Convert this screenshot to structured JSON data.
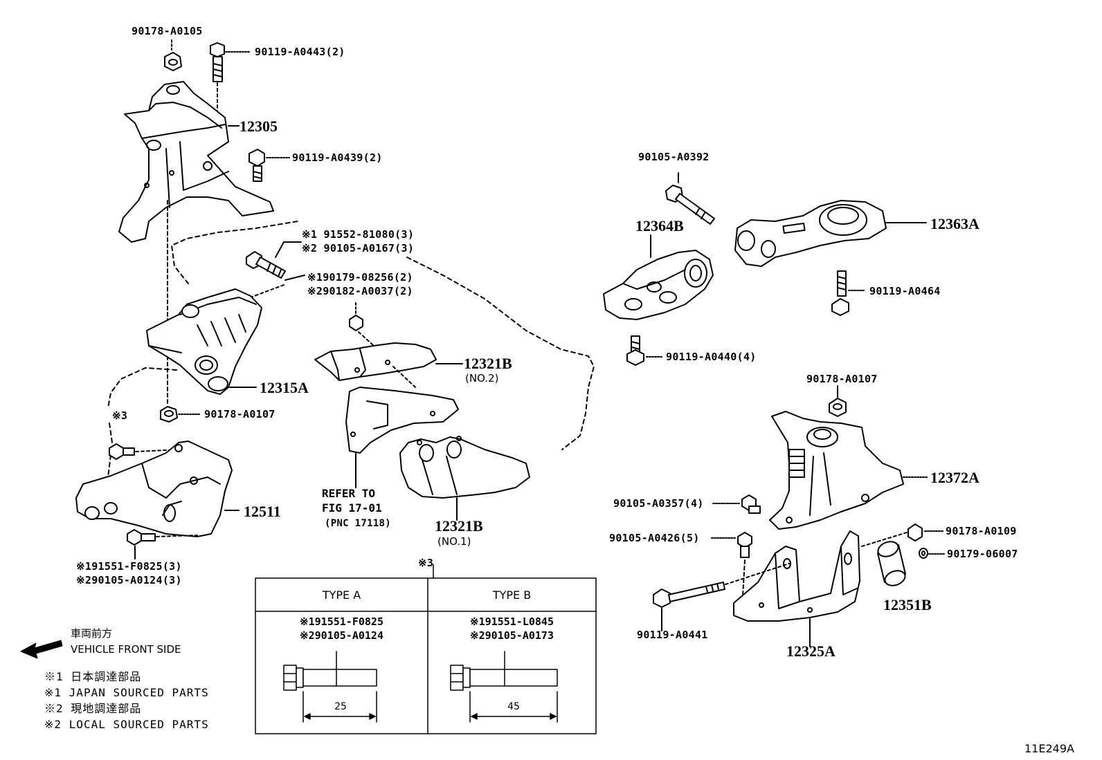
{
  "parts": {
    "p_90178_A0105": "90178-A0105",
    "p_90119_A0443": "90119-A0443(2)",
    "p_12305": "12305",
    "p_90119_A0439": "90119-A0439(2)",
    "note1_line1": "※1 91552-81080(3)",
    "note1_line2": "※2 90105-A0167(3)",
    "note2_line1": "※190179-08256(2)",
    "note2_line2": "※290182-A0037(2)",
    "p_12315A": "12315A",
    "p_90178_A0107_left": "90178-A0107",
    "p_12321B_no2": "12321B",
    "no2": "(NO.2)",
    "ref_line1": "REFER TO",
    "ref_line2": "FIG 17-01",
    "ref_line3": "(PNC 17118)",
    "p_12321B_no1": "12321B",
    "no1": "(NO.1)",
    "mark3_left": "※3",
    "p_12511": "12511",
    "bolt_note_line1": "※191551-F0825(3)",
    "bolt_note_line2": "※290105-A0124(3)",
    "p_90105_A0392": "90105-A0392",
    "p_12364B": "12364B",
    "p_12363A": "12363A",
    "p_90119_A0464": "90119-A0464",
    "p_90119_A0440": "90119-A0440(4)",
    "p_90178_A0107_right": "90178-A0107",
    "p_12372A": "12372A",
    "p_90105_A0357": "90105-A0357(4)",
    "p_90105_A0426": "90105-A0426(5)",
    "p_90178_A0109": "90178-A0109",
    "p_90179_06007": "90179-06007",
    "p_12351B": "12351B",
    "p_90119_A0441": "90119-A0441",
    "p_12325A": "12325A"
  },
  "table": {
    "mark": "※3",
    "type_a": {
      "header": "TYPE A",
      "line1": "※191551-F0825",
      "line2": "※290105-A0124",
      "dimension": "25"
    },
    "type_b": {
      "header": "TYPE B",
      "line1": "※191551-L0845",
      "line2": "※290105-A0173",
      "dimension": "45"
    }
  },
  "front": {
    "jp": "車両前方",
    "en": "VEHICLE FRONT SIDE"
  },
  "legend": {
    "line1": "※1 日本調達部品",
    "line2": "※1 JAPAN SOURCED PARTS",
    "line3": "※2 現地調達部品",
    "line4": "※2 LOCAL SOURCED PARTS"
  },
  "figure_code": "11E249A",
  "colors": {
    "ink": "#000000",
    "paper": "#ffffff"
  }
}
